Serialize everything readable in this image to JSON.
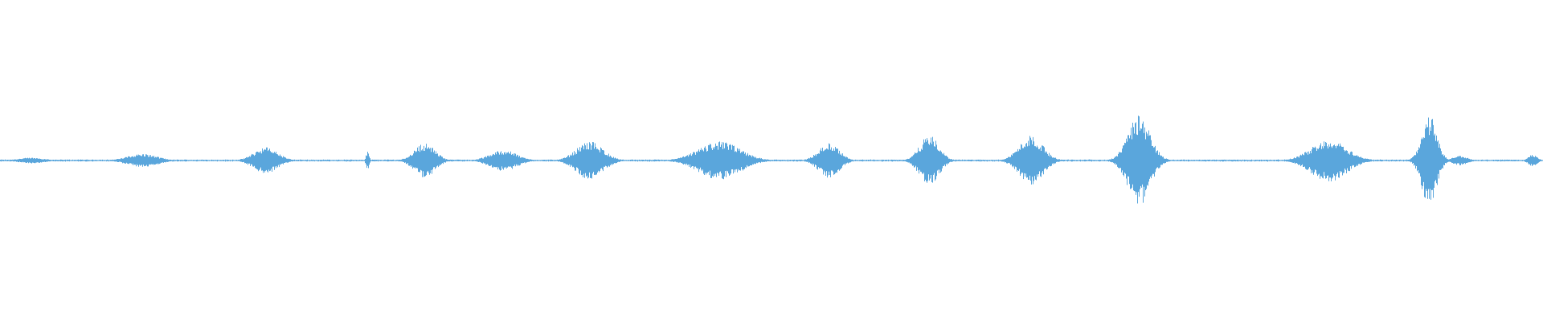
{
  "waveform": {
    "color": "#5aa6dc",
    "background": "#ffffff",
    "bursts": [
      {
        "center": 0.02,
        "width": 0.018,
        "amplitude": 0.03
      },
      {
        "center": 0.092,
        "width": 0.02,
        "amplitude": 0.07
      },
      {
        "center": 0.172,
        "width": 0.016,
        "amplitude": 0.14
      },
      {
        "center": 0.238,
        "width": 0.002,
        "amplitude": 0.1
      },
      {
        "center": 0.275,
        "width": 0.014,
        "amplitude": 0.18
      },
      {
        "center": 0.326,
        "width": 0.018,
        "amplitude": 0.11
      },
      {
        "center": 0.382,
        "width": 0.018,
        "amplitude": 0.2
      },
      {
        "center": 0.466,
        "width": 0.028,
        "amplitude": 0.2
      },
      {
        "center": 0.537,
        "width": 0.014,
        "amplitude": 0.18
      },
      {
        "center": 0.602,
        "width": 0.013,
        "amplitude": 0.26
      },
      {
        "center": 0.668,
        "width": 0.016,
        "amplitude": 0.26
      },
      {
        "center": 0.738,
        "width": 0.015,
        "amplitude": 0.47
      },
      {
        "center": 0.861,
        "width": 0.024,
        "amplitude": 0.22
      },
      {
        "center": 0.926,
        "width": 0.01,
        "amplitude": 0.48
      },
      {
        "center": 0.946,
        "width": 0.01,
        "amplitude": 0.05
      },
      {
        "center": 0.993,
        "width": 0.006,
        "amplitude": 0.06
      }
    ],
    "baseline_noise": 0.012
  }
}
